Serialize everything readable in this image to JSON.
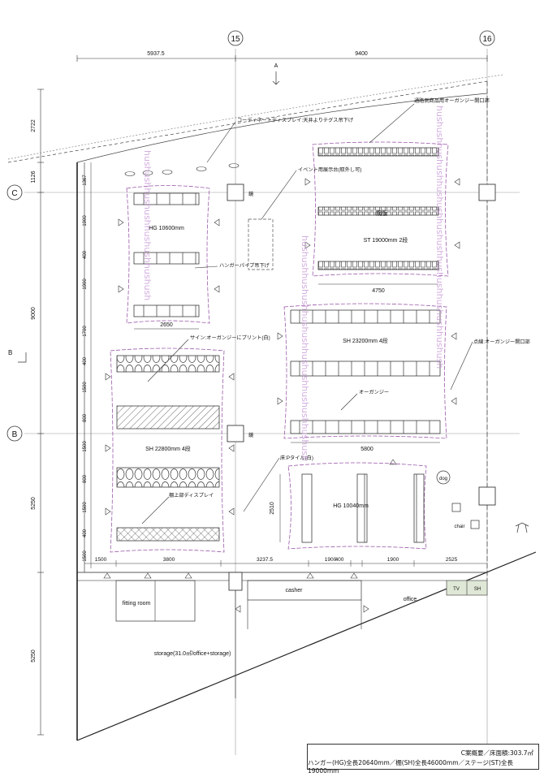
{
  "grid": {
    "g15": "15",
    "g16": "16",
    "gC": "C",
    "gB_left": "B",
    "gB_circle": "B"
  },
  "dims": {
    "top1": "5937.5",
    "top2": "9400",
    "A": "A",
    "left_2722": "2722",
    "left_1126": "1126",
    "left_9000": "9000",
    "left_5250a": "5250",
    "left_5250b": "5250",
    "inner": [
      "1367",
      "1900",
      "400",
      "1900",
      "1700",
      "400",
      "1500",
      "800",
      "1500",
      "800",
      "1500",
      "400",
      "1500"
    ],
    "bottom": [
      "1500",
      "3800",
      "3237.5",
      "1900",
      "400",
      "1900",
      "2525"
    ],
    "w2650": "2650",
    "w4750": "4750",
    "w5800": "5800",
    "h2510": "2510"
  },
  "labels": {
    "coordinate": "コーディネートディスプレイ:天井よりテグス吊下げ",
    "organza_top": "通路側商品用オーガンジー開口部",
    "event": "イベント用展示台(取外し可)",
    "kan": "鏡",
    "kan2": "鏡",
    "signboard": "鋼版",
    "hg1": "HG 10600mm",
    "st": "ST 19000mm 2段",
    "hanger_pipe": "ハンガーパイプ吊下げ",
    "sign": "サイン:オーガンジーにプリント(白)",
    "sh1": "SH 23200mm 4段",
    "organza_right": "点線:オーガンジー開口部",
    "organza": "オーガンジー",
    "sh2": "SH 22800mm 4段",
    "floor": "床:Pタイル(白)",
    "dog": "dog",
    "hg2": "HG 10040mm",
    "chair": "chair",
    "shelf_display": "棚上部ディスプレイ",
    "fitting": "fitting room",
    "casher": "casher",
    "office": "office",
    "tv": "TV",
    "sh_small": "SH",
    "storage": "storage(31.0㎡/office+storage)"
  },
  "summary": {
    "line1": "C案概要／床面積:303.7㎡",
    "line2": "ハンガー(HG)全長20640mm／棚(SH)全長46000mm／ステージ(ST)全長19000mm"
  },
  "watermark": "hushush"
}
